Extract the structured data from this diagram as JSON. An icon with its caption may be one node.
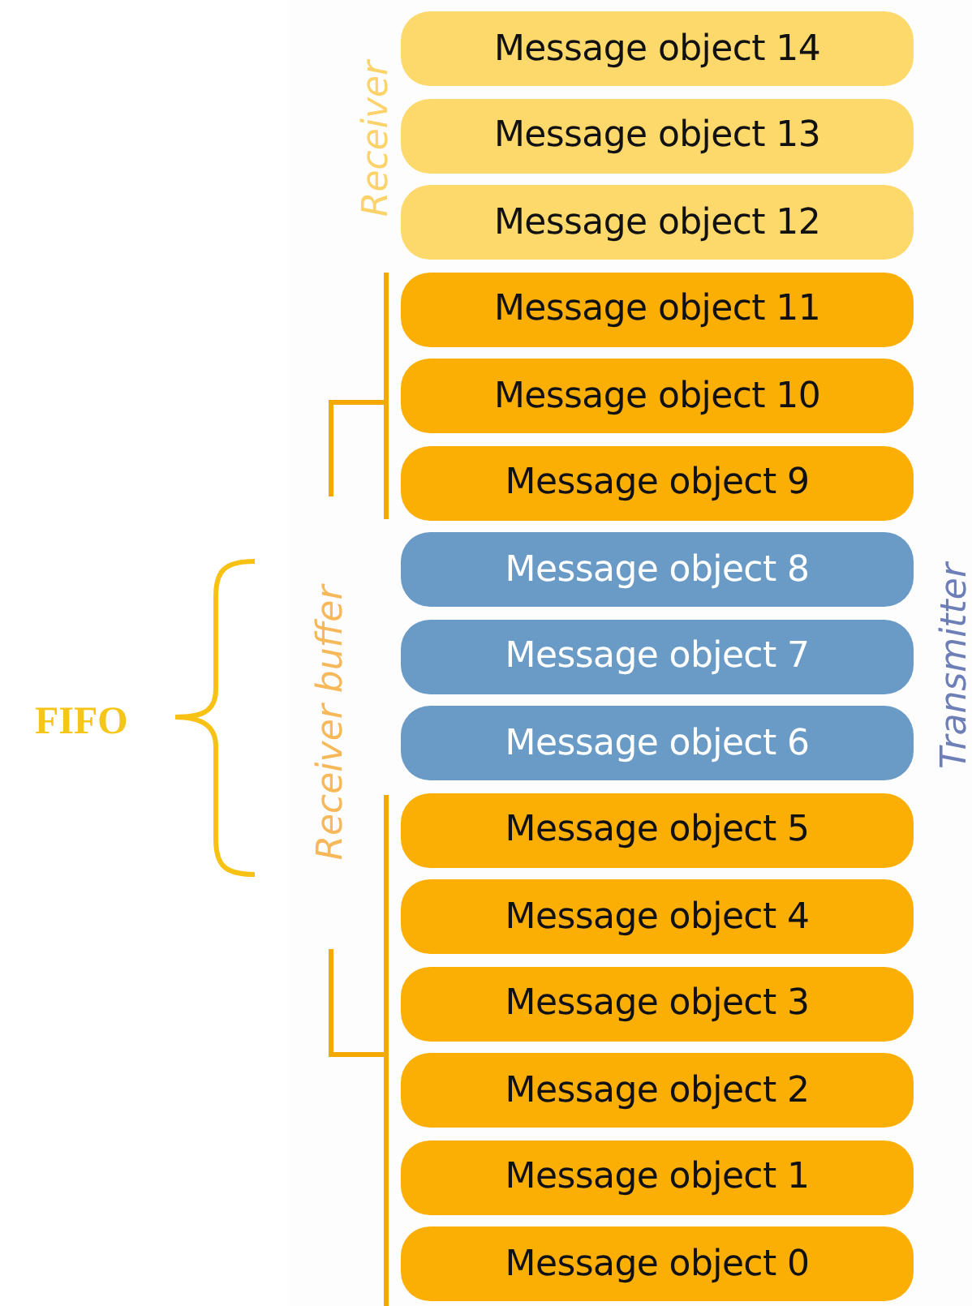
{
  "diagram": {
    "nodes": [
      {
        "text": [
          "Message object 14"
        ]
      },
      {
        "text": [
          "Message object 13"
        ]
      },
      {
        "text": [
          "Message object 12"
        ]
      },
      {
        "text": [
          "Message object 11"
        ]
      },
      {
        "text": [
          "Message object 10"
        ]
      },
      {
        "text": [
          "Message object 9"
        ]
      },
      {
        "text": [
          "Message object 8"
        ]
      },
      {
        "text": [
          "Message object 7"
        ]
      },
      {
        "text": [
          "Message object 6"
        ]
      },
      {
        "text": [
          "Message object 5"
        ]
      },
      {
        "text": [
          "Message object 4"
        ]
      },
      {
        "text": [
          "Message object 3"
        ]
      },
      {
        "text": [
          "Message object 2"
        ]
      },
      {
        "text": [
          "Message object 1"
        ]
      },
      {
        "text": [
          "Message object 0"
        ]
      }
    ],
    "labels": [
      "Receiver",
      "Transmitter",
      "FIFO",
      "Receiver buffer"
    ]
  }
}
